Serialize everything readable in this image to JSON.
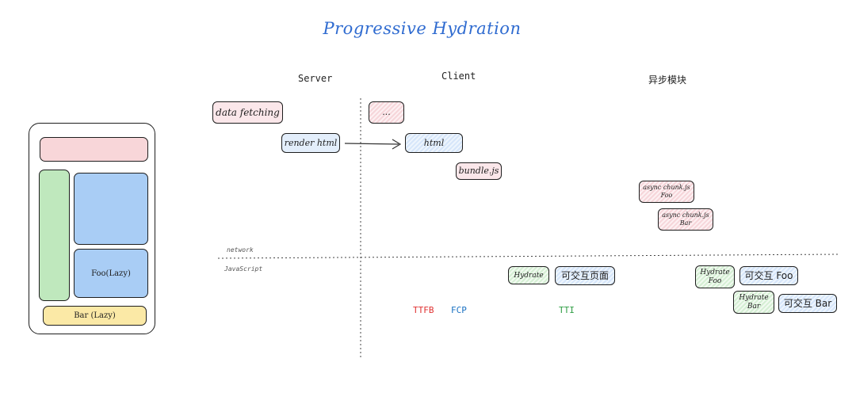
{
  "title": "Progressive Hydration",
  "columns": {
    "server": "Server",
    "client": "Client",
    "async": "异步模块"
  },
  "phone": {
    "foo_label": "Foo(Lazy)",
    "bar_label": "Bar (Lazy)",
    "colors": {
      "header": "#f8d6d9",
      "sidebar": "#bfe8bd",
      "content": "#a9cdf5",
      "foo": "#a9cdf5",
      "bar": "#fbe9a6"
    }
  },
  "server_boxes": {
    "data_fetching": "data fetching",
    "render_html": "render html"
  },
  "client_boxes": {
    "placeholder": "...",
    "html": "html",
    "bundle": "bundle.js"
  },
  "async_boxes": {
    "chunk_foo_1": "async chunk.js",
    "chunk_foo_2": "Foo",
    "chunk_bar_1": "async chunk.js",
    "chunk_bar_2": "Bar"
  },
  "lanes": {
    "network": "network",
    "javascript": "JavaScript"
  },
  "js_boxes": {
    "hydrate": "Hydrate",
    "interactive_page": "可交互页面",
    "hydrate_foo_1": "Hydrate",
    "hydrate_foo_2": "Foo",
    "interactive_foo": "可交互 Foo",
    "hydrate_bar_1": "Hydrate",
    "hydrate_bar_2": "Bar",
    "interactive_bar": "可交互 Bar"
  },
  "metrics": {
    "ttfb": "TTFB",
    "fcp": "FCP",
    "tti": "TTI",
    "colors": {
      "ttfb": "#e03131",
      "fcp": "#1971c2",
      "tti": "#2f9e44"
    }
  }
}
